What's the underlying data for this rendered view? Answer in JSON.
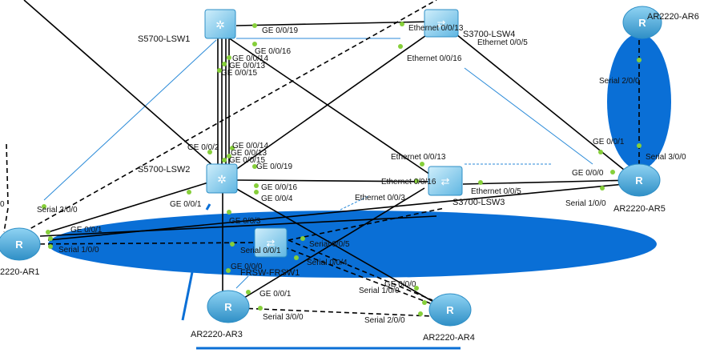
{
  "devices": {
    "lsw1": "S5700-LSW1",
    "lsw2": "S5700-LSW2",
    "lsw3": "S3700-LSW3",
    "lsw4": "S3700-LSW4",
    "ar1": "2220-AR1",
    "ar3": "AR2220-AR3",
    "ar4": "AR2220-AR4",
    "ar5": "AR2220-AR5",
    "ar6": "AR2220-AR6",
    "fr": "FRSW-FRSW1"
  },
  "ports": {
    "lsw1_ge019": "GE 0/0/19",
    "lsw1_ge016": "GE 0/0/16",
    "lsw1_ge014": "GE 0/0/14",
    "lsw1_ge013": "GE 0/0/13",
    "lsw1_ge015": "GE 0/0/15",
    "lsw4_eth013": "Ethernet 0/0/13",
    "lsw4_eth05": "Ethernet 0/0/5",
    "lsw4_eth016": "Ethernet 0/0/16",
    "lsw2_ge02": "GE 0/0/2",
    "lsw2_ge014": "GE 0/0/14",
    "lsw2_ge013": "GE 0/0/13",
    "lsw2_ge015": "GE 0/0/15",
    "lsw2_ge019": "GE 0/0/19",
    "lsw2_ge016": "GE 0/0/16",
    "lsw2_ge04": "GE 0/0/4",
    "lsw2_ge01": "GE 0/0/1",
    "lsw2_ge03": "GE 0/0/3",
    "lsw3_eth013": "Ethernet 0/0/13",
    "lsw3_eth016": "Ethernet 0/0/16",
    "lsw3_eth03": "Ethernet 0/0/3",
    "lsw3_eth05": "Ethernet 0/0/5",
    "ar6_s200": "Serial 2/0/0",
    "ar5_ge001": "GE 0/0/1",
    "ar5_s300": "Serial 3/0/0",
    "ar5_ge000": "GE 0/0/0",
    "ar5_s100": "Serial 1/0/0",
    "ar1_s300": "Serial 3/0/0",
    "ar1_ge001": "GE 0/0/1",
    "ar1_s100": "Serial 1/0/0",
    "ar1_edge": "0",
    "fr_s001": "Serial 0/0/1",
    "fr_s005": "Serial 0/0/5",
    "fr_s004": "Serial 0/0/4",
    "ar3_ge000": "GE 0/0/0",
    "ar3_ge001": "GE 0/0/1",
    "ar3_s300": "Serial 3/0/0",
    "ar4_ge000": "GE 0/0/0",
    "ar4_s100": "Serial 1/0/0",
    "ar4_s200": "Serial 2/0/0"
  },
  "colors": {
    "router": "#3fa3d6",
    "switch": "#7cc6ea",
    "broadcast_domain": "#0a6fd6",
    "link": "#000000",
    "port_dot": "#86cf3a",
    "annotation": "#2a8ad8"
  }
}
